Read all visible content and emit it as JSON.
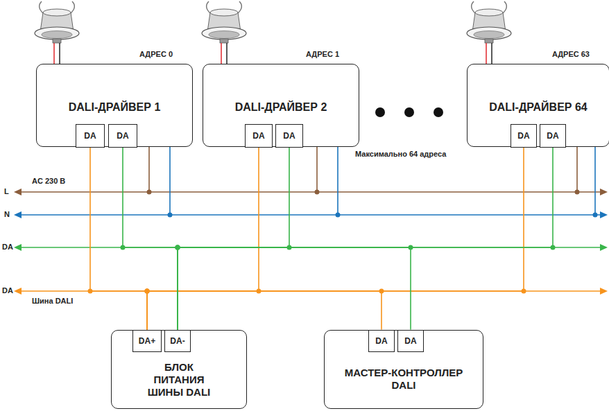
{
  "diagram": {
    "nodes": [
      {
        "text": [
          "АДРЕС 0",
          "DALI-ДРАЙВЕР 1"
        ]
      },
      {
        "text": [
          "DA"
        ],
        "in": 0
      },
      {
        "text": [
          "DA"
        ],
        "in": 0
      },
      {
        "text": [
          "АДРЕС 1",
          "DALI-ДРАЙВЕР 2"
        ]
      },
      {
        "text": [
          "DA"
        ],
        "in": 3
      },
      {
        "text": [
          "DA"
        ],
        "in": 3
      },
      {
        "text": [
          "АДРЕС 63",
          "DALI-ДРАЙВЕР 64"
        ]
      },
      {
        "text": [
          "DA"
        ],
        "in": 6
      },
      {
        "text": [
          "DA"
        ],
        "in": 6
      },
      {
        "text": [
          "БЛОК ПИТАНИЯ ШИНЫ DALI"
        ]
      },
      {
        "text": [
          "DA+"
        ],
        "in": 9
      },
      {
        "text": [
          "DA-"
        ],
        "in": 9
      },
      {
        "text": [
          "МАСТЕР-КОНТРОЛЛЕР DALI"
        ]
      },
      {
        "text": [
          "DA"
        ],
        "in": 12
      },
      {
        "text": [
          "DA"
        ],
        "in": 12
      }
    ],
    "edges": [
      {
        "from": 10,
        "to": 1,
        "arrow": "none"
      },
      {
        "from": 10,
        "to": 4,
        "arrow": "none"
      },
      {
        "from": 10,
        "to": 7,
        "arrow": "none"
      },
      {
        "from": 10,
        "to": 13,
        "arrow": "none"
      },
      {
        "from": 11,
        "to": 2,
        "arrow": "none"
      },
      {
        "from": 11,
        "to": 5,
        "arrow": "none"
      },
      {
        "from": 11,
        "to": 8,
        "arrow": "none"
      },
      {
        "from": 11,
        "to": 14,
        "arrow": "none"
      }
    ],
    "labels": [
      "Максимально 64 адреса",
      "L",
      "N",
      "DA",
      "DA",
      "AC 230 В",
      "Шина DALI"
    ]
  }
}
